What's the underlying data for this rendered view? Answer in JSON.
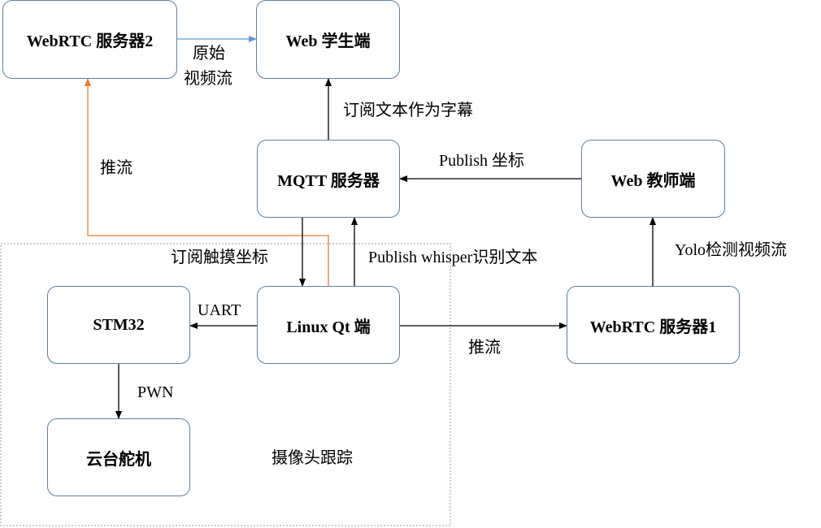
{
  "nodes": {
    "webrtc2": "WebRTC 服务器2",
    "web_student": "Web 学生端",
    "mqtt": "MQTT 服务器",
    "web_teacher": "Web 教师端",
    "stm32": "STM32",
    "linux_qt": "Linux Qt 端",
    "webrtc1": "WebRTC 服务器1",
    "gimbal": "云台舵机"
  },
  "edges": {
    "raw_stream_1": "原始",
    "raw_stream_2": "视频流",
    "subscribe_caption": "订阅文本作为字幕",
    "push_stream_2": "推流",
    "publish_coords": "Publish 坐标",
    "yolo_stream": "Yolo检测视频流",
    "subscribe_touch": "订阅触摸坐标",
    "publish_whisper": "Publish whisper识别文本",
    "uart": "UART",
    "push_stream_1": "推流",
    "pwn": "PWN"
  },
  "group_label": "摄像头跟踪",
  "colors": {
    "node_border": "#5f7f99",
    "arrow_black": "#000000",
    "arrow_blue": "#5b9bd5",
    "arrow_orange": "#ed7d31",
    "group_border": "#8aa1b4"
  }
}
